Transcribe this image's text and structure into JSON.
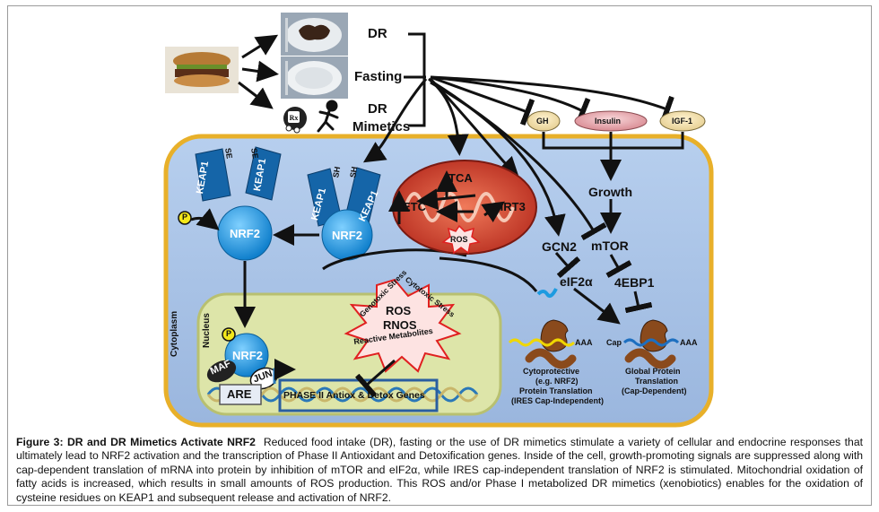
{
  "labels": {
    "dr": "DR",
    "fasting": "Fasting",
    "dr_mimetics_1": "DR",
    "dr_mimetics_2": "Mimetics",
    "gh": "GH",
    "insulin": "Insulin",
    "igf1": "IGF-1",
    "growth": "Growth",
    "mtor": "mTOR",
    "gcn2": "GCN2",
    "eif2a": "eIF2α",
    "ebp1": "4EBP1",
    "keap1": "KEAP1",
    "se": "SE",
    "sh": "SH",
    "nrf2": "NRF2",
    "p": "P",
    "tca": "TCA",
    "etc": "ETC",
    "sirt3": "SIRT3",
    "ros_small": "ROS",
    "cytoplasm": "Cytoplasm",
    "nucleus": "Nucleus",
    "maf": "MAF",
    "jun": "JUN",
    "are": "ARE",
    "phase2": "PHASE II Antiox & Detox Genes",
    "ros": "ROS",
    "rnos": "RNOS",
    "reactive": "Reactive Metabolites",
    "genotoxic": "Genotoxic Stress",
    "cytotoxic": "Cytotoxic Stress",
    "aaa": "AAA",
    "cap": "Cap",
    "cytoprotective": [
      "Cytoprotective",
      "(e.g. NRF2)",
      "Protein Translation",
      "(IRES Cap-Independent)"
    ],
    "global": [
      "Global Protein",
      "Translation",
      "(Cap-Dependent)"
    ]
  },
  "caption": {
    "title": "Figure 3: DR and DR Mimetics Activate NRF2",
    "body": "Reduced food intake (DR), fasting or the use of DR mimetics stimulate a variety of cellular and endocrine responses that ultimately lead to NRF2 activation and the transcription of Phase II Antioxidant and Detoxification genes. Inside of the cell, growth-promoting signals are suppressed along with cap-dependent translation of mRNA into protein by inhibition of mTOR and eIF2α, while IRES cap-independent translation of NRF2 is stimulated. Mitochondrial oxidation of fatty acids is increased, which results in small amounts of ROS production. This ROS and/or Phase I metabolized DR mimetics (xenobiotics) enables for the oxidation of cysteine residues on KEAP1 and subsequent release and activation of NRF2."
  },
  "colors": {
    "cell": "#a9c4e6",
    "cell_border": "#e8b02a",
    "nucleus": "#dfe6a8",
    "nrf2": "#1d9be0",
    "keap1": "#1565a8",
    "mito": "#c4352a",
    "ribosome": "#8a4a1c",
    "pink_receptor": "#e8a7ad",
    "p_circle": "#f4e81a"
  },
  "icons": [
    "burger-photo",
    "plate-dr-photo",
    "plate-fasting-photo",
    "pill-icon",
    "runner-icon"
  ]
}
